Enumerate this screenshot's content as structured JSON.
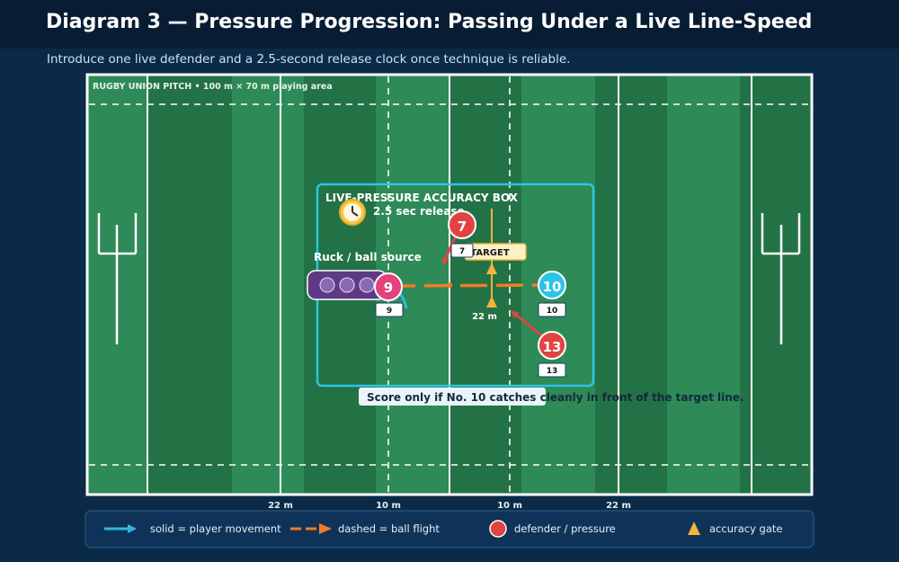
{
  "header": {
    "title": "Diagram 3 — Pressure Progression: Passing Under a Live Line-Speed",
    "subtitle": "Introduce one live defender and a 2.5-second release clock once technique is reliable."
  },
  "pitch": {
    "caption": "RUGBY UNION PITCH • 100 m × 70 m playing area",
    "distance_labels": [
      "22 m",
      "10 m",
      "10 m",
      "22 m"
    ]
  },
  "drill": {
    "box_title": "LIVE-PRESSURE ACCURACY BOX",
    "clock_label": "2.5 sec release",
    "ruck_label": "Ruck / ball source",
    "target_label": "TARGET",
    "gate_distance": "22 m",
    "scoring_note": "Score only if No. 10 catches cleanly in front of the target line."
  },
  "players": {
    "scrum_half": {
      "number": "9",
      "tag": "9"
    },
    "fly_half": {
      "number": "10",
      "tag": "10"
    },
    "defender_7": {
      "number": "7",
      "tag": "7"
    },
    "defender_13": {
      "number": "13",
      "tag": "13"
    }
  },
  "legend": {
    "movement": "solid = player movement",
    "ball_flight": "dashed = ball flight",
    "defender": "defender / pressure",
    "gate": "accuracy gate"
  },
  "colors": {
    "background": "#0b2a47",
    "pitch_dark": "#237246",
    "pitch_light": "#2e8a57",
    "attacker_pink": "#e4417f",
    "attacker_cyan": "#2ec3e6",
    "defender_red": "#e14343",
    "ball_flight": "#f27d22",
    "movement": "#2fb8e0",
    "gate": "#f2b43b",
    "box_outline": "#2cc4e5"
  }
}
